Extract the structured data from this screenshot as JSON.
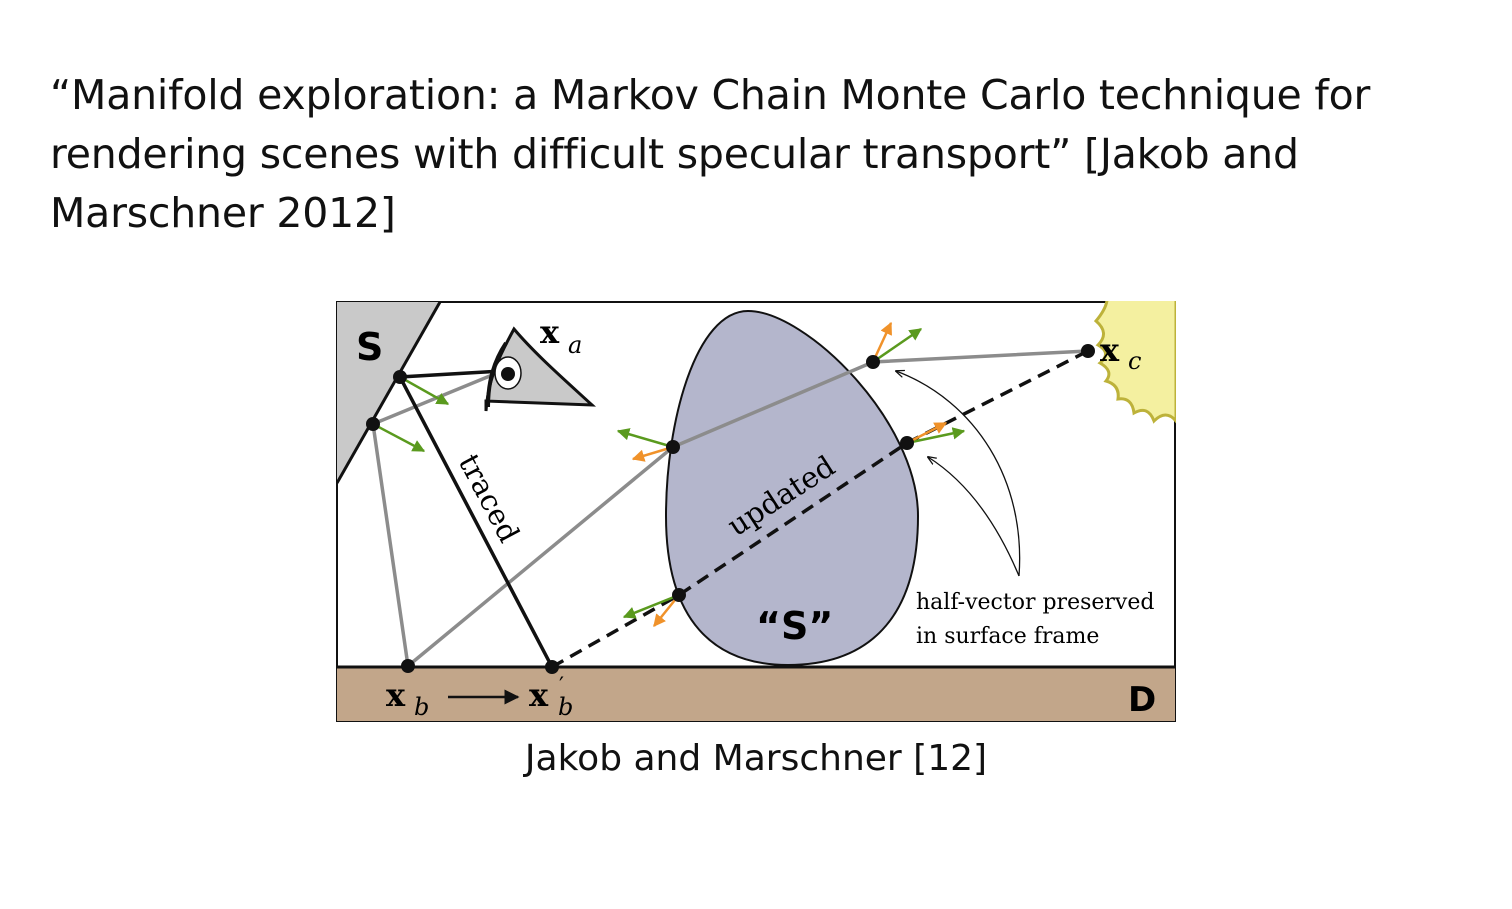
{
  "slide": {
    "title": "“Manifold exploration: a Markov Chain Monte Carlo technique for rendering scenes with difficult specular transport” [Jakob and Marschner 2012]",
    "caption": "Jakob and Marschner [12]"
  },
  "figure": {
    "labels": {
      "surface_s": "S",
      "surface_s_quoted": "“S”",
      "diffuse_d": "D",
      "x_a": "x",
      "x_a_sub": "a",
      "x_b": "x",
      "x_b_sub": "b",
      "x_b_prime": "x",
      "x_b_prime_sub": "b",
      "x_b_prime_mark": "′",
      "x_c": "x",
      "x_c_sub": "c",
      "traced": "traced",
      "updated": "updated",
      "note_line1": "half-vector preserved",
      "note_line2": "in surface frame"
    },
    "colors": {
      "mirror_gray": "#c9c9c9",
      "egg_fill": "#b4b6cc",
      "floor_tan": "#c2a68a",
      "sun_yellow": "#f4f0a0",
      "sun_edge": "#bdb23a",
      "green_arrow": "#5a9a1e",
      "orange_arrow": "#f0922a",
      "gray_path": "#8c8c8c"
    }
  }
}
